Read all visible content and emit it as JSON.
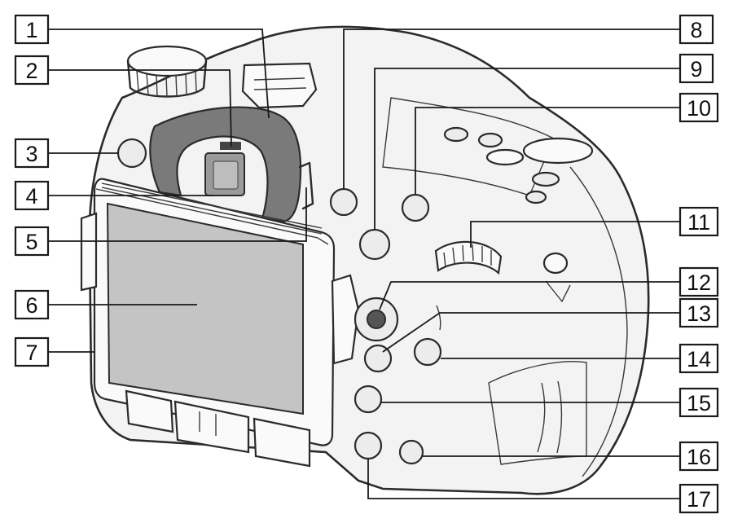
{
  "callouts": [
    {
      "id": "1",
      "label": "1"
    },
    {
      "id": "2",
      "label": "2"
    },
    {
      "id": "3",
      "label": "3"
    },
    {
      "id": "4",
      "label": "4"
    },
    {
      "id": "5",
      "label": "5"
    },
    {
      "id": "6",
      "label": "6"
    },
    {
      "id": "7",
      "label": "7"
    },
    {
      "id": "8",
      "label": "8"
    },
    {
      "id": "9",
      "label": "9"
    },
    {
      "id": "10",
      "label": "10"
    },
    {
      "id": "11",
      "label": "11"
    },
    {
      "id": "12",
      "label": "12"
    },
    {
      "id": "13",
      "label": "13"
    },
    {
      "id": "14",
      "label": "14"
    },
    {
      "id": "15",
      "label": "15"
    },
    {
      "id": "16",
      "label": "16"
    },
    {
      "id": "17",
      "label": "17"
    }
  ],
  "colors": {
    "line": "#1a1a1a",
    "body_fill": "#f3f3f3",
    "eyecup": "#7a7a7a",
    "screen": "#c4c4c4",
    "background": "#ffffff"
  }
}
